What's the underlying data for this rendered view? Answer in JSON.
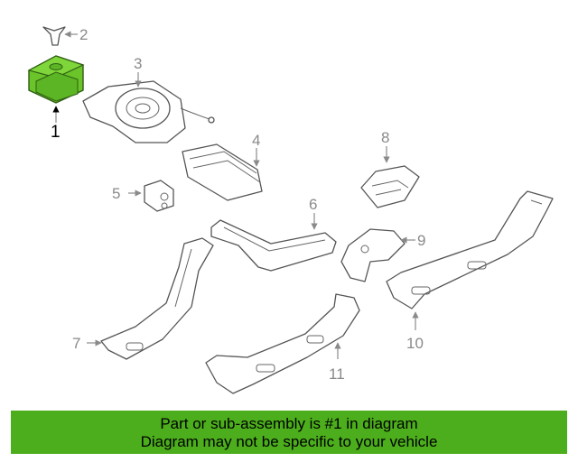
{
  "diagram": {
    "callouts": [
      {
        "id": "1",
        "label": "1",
        "highlighted": true
      },
      {
        "id": "2",
        "label": "2"
      },
      {
        "id": "3",
        "label": "3"
      },
      {
        "id": "4",
        "label": "4"
      },
      {
        "id": "5",
        "label": "5"
      },
      {
        "id": "6",
        "label": "6"
      },
      {
        "id": "7",
        "label": "7"
      },
      {
        "id": "8",
        "label": "8"
      },
      {
        "id": "9",
        "label": "9"
      },
      {
        "id": "10",
        "label": "10"
      },
      {
        "id": "11",
        "label": "11"
      }
    ],
    "highlight_color": "#6ac42a"
  },
  "banner": {
    "line1": "Part or sub-assembly is #1 in diagram",
    "line2": "Diagram may not be specific to your vehicle",
    "color": "#4cae1c"
  }
}
